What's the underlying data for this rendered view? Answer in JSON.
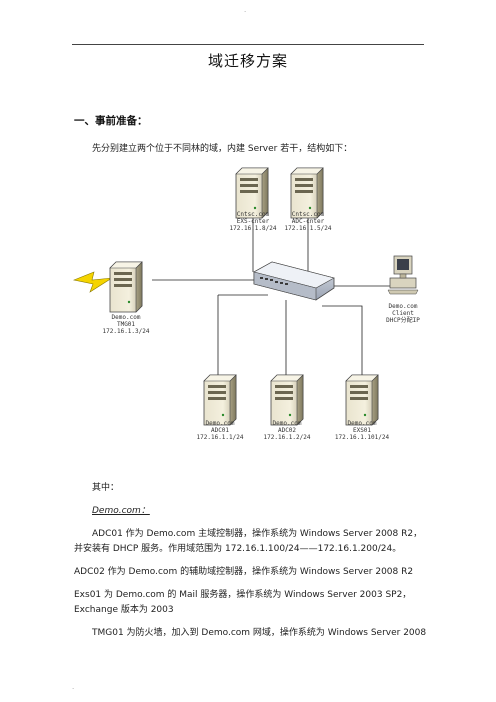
{
  "header": {
    "mark": "."
  },
  "title": "域迁移方案",
  "section1": "一、事前准备：",
  "intro": "先分别建立两个位于不同林的域，内建 Server 若干，结构如下：",
  "diagram": {
    "servers_top": [
      {
        "lines": [
          "Cntsc.com",
          "EXS-cnter",
          "172.16.1.8/24"
        ]
      },
      {
        "lines": [
          "Cntsc.com",
          "ADC-cnter",
          "172.16.1.5/24"
        ]
      }
    ],
    "tmg": {
      "lines": [
        "Demo.com",
        "TMG01",
        "172.16.1.3/24"
      ]
    },
    "client": {
      "lines": [
        "Demo.com",
        "Client",
        "DHCP分配IP"
      ]
    },
    "servers_bottom": [
      {
        "lines": [
          "Demo.com",
          "ADC01",
          "172.16.1.1/24"
        ]
      },
      {
        "lines": [
          "Demo.com",
          "ADC02",
          "172.16.1.2/24"
        ]
      },
      {
        "lines": [
          "Demo.com",
          "EXS01",
          "172.16.1.101/24"
        ]
      }
    ]
  },
  "among": "其中：",
  "domain_heading": "Demo.com：",
  "paragraphs": [
    "ADC01 作为 Demo.com 主域控制器，操作系统为 Windows Server 2008 R2，",
    "并安装有 DHCP 服务。作用域范围为 172.16.1.100/24——172.16.1.200/24。",
    "ADC02 作为 Demo.com 的辅助域控制器，操作系统为 Windows Server 2008 R2",
    "Exs01 为 Demo.com 的 Mail 服务器，操作系统为 Windows Server 2003 SP2，",
    "Exchange  版本为 2003",
    "TMG01 为防火墙，加入到 Demo.com 网域，操作系统为 Windows Server 2008"
  ],
  "footer": {
    "mark": "."
  }
}
